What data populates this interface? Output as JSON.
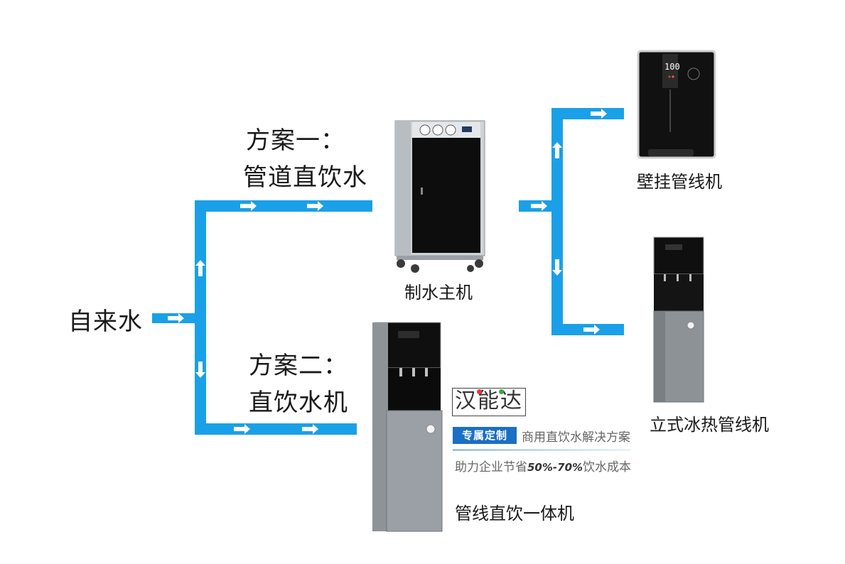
{
  "source_label": "自来水",
  "plan1": {
    "title": "方案一：",
    "subtitle": "管道直饮水"
  },
  "plan2": {
    "title": "方案二：",
    "subtitle": "直饮水机"
  },
  "products": {
    "main_unit": "制水主机",
    "wall_mount": "壁挂管线机",
    "standing": "立式冰热管线机",
    "all_in_one": "管线直饮一体机"
  },
  "display_value": "100",
  "brand": {
    "name": "汉能达",
    "tag": "专属定制",
    "slogan1": "商用直饮水解决方案",
    "slogan2_prefix": "助力企业节省",
    "slogan2_emph": "50%-70%",
    "slogan2_suffix": "饮水成本"
  },
  "colors": {
    "pipe": "#1aa0e8",
    "tag_bg": "#1b6fc4"
  }
}
